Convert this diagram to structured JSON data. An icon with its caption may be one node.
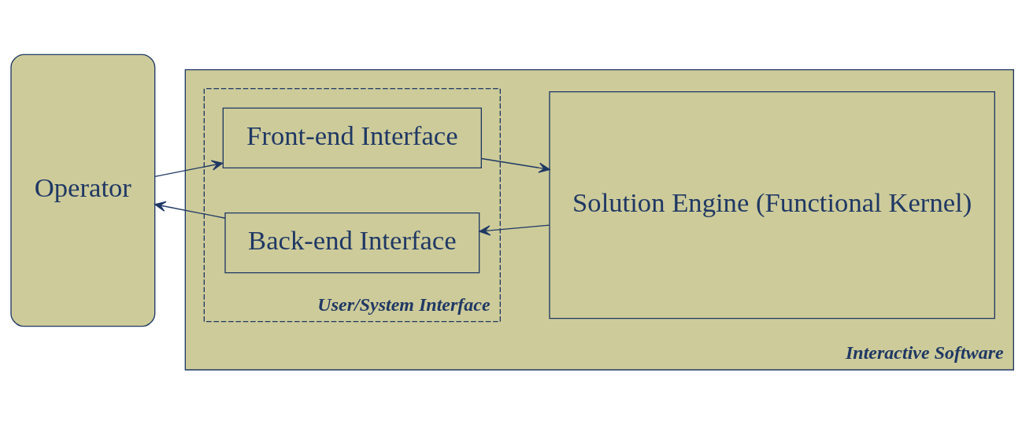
{
  "diagram": {
    "nodes": [
      {
        "text": [
          "Operator"
        ]
      },
      {
        "text": [
          "Interactive Software"
        ]
      },
      {
        "text": [
          "User/System Interface"
        ],
        "in": 1
      },
      {
        "text": [
          "Front-end Interface"
        ],
        "in": 2
      },
      {
        "text": [
          "Back-end Interface"
        ],
        "in": 2
      },
      {
        "text": [
          "Solution Engine (Functional Kernel)"
        ],
        "in": 1
      }
    ],
    "edges": [
      {
        "from": 0,
        "to": 3,
        "arrow": "to"
      },
      {
        "from": 3,
        "to": 5,
        "arrow": "to"
      },
      {
        "from": 5,
        "to": 4,
        "arrow": "to"
      },
      {
        "from": 4,
        "to": 0,
        "arrow": "to"
      }
    ]
  }
}
